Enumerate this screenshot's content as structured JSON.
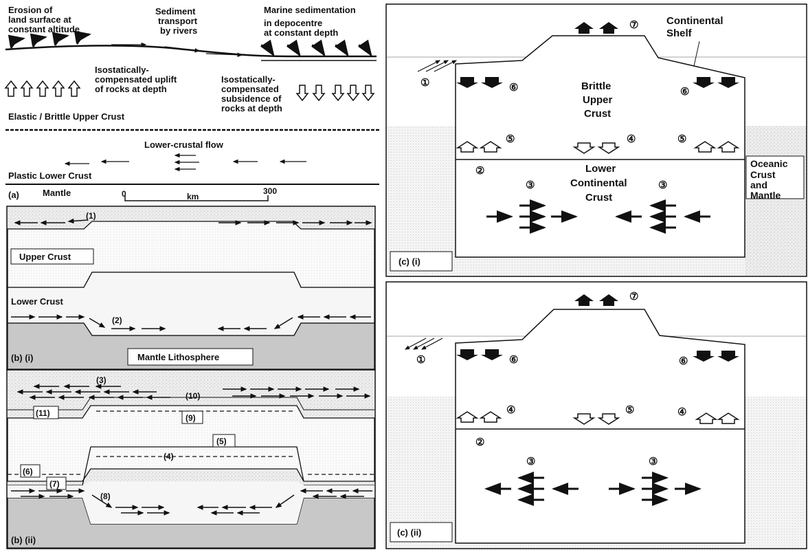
{
  "panel_a": {
    "erosion_1": "Erosion of",
    "erosion_2": "land surface at",
    "erosion_3": "constant altitude",
    "sediment_1": "Sediment",
    "sediment_2": "transport",
    "sediment_3": "by rivers",
    "marine_1": "Marine sedimentation",
    "marine_2": "in depocentre",
    "marine_3": "at constant depth",
    "uplift_1": "Isostatically-",
    "uplift_2": "compensated uplift",
    "uplift_3": "of rocks at depth",
    "subsid_1": "Isostatically-",
    "subsid_2": "compensated",
    "subsid_3": "subsidence of",
    "subsid_4": "rocks at depth",
    "upper_crust": "Elastic / Brittle Upper Crust",
    "lower_flow": "Lower-crustal flow",
    "plastic": "Plastic Lower Crust",
    "tag": "(a)",
    "mantle": "Mantle",
    "scale_0": "0",
    "scale_unit": "km",
    "scale_300": "300"
  },
  "panel_bi": {
    "n1": "(1)",
    "n2": "(2)",
    "upper_crust": "Upper Crust",
    "lower_crust": "Lower Crust",
    "tag": "(b) (i)",
    "mantle_lith": "Mantle Lithosphere"
  },
  "panel_bii": {
    "n3": "(3)",
    "n4": "(4)",
    "n5": "(5)",
    "n6": "(6)",
    "n7": "(7)",
    "n8": "(8)",
    "n9": "(9)",
    "n10": "(10)",
    "n11": "(11)",
    "tag": "(b) (ii)"
  },
  "panel_ci": {
    "n1": "①",
    "n2": "②",
    "n3a": "③",
    "n3b": "③",
    "n4": "④",
    "n5a": "⑤",
    "n5b": "⑤",
    "n6a": "⑥",
    "n6b": "⑥",
    "n7": "⑦",
    "shelf_1": "Continental",
    "shelf_2": "Shelf",
    "brittle_1": "Brittle",
    "brittle_2": "Upper",
    "brittle_3": "Crust",
    "lower_1": "Lower",
    "lower_2": "Continental",
    "lower_3": "Crust",
    "oceanic_1": "Oceanic",
    "oceanic_2": "Crust",
    "oceanic_3": "and",
    "oceanic_4": "Mantle",
    "tag": "(c) (i)"
  },
  "panel_cii": {
    "n1": "①",
    "n2": "②",
    "n3a": "③",
    "n3b": "③",
    "n4a": "④",
    "n4b": "④",
    "n5": "⑤",
    "n6a": "⑥",
    "n6b": "⑥",
    "n7": "⑦",
    "tag": "(c) (ii)"
  }
}
